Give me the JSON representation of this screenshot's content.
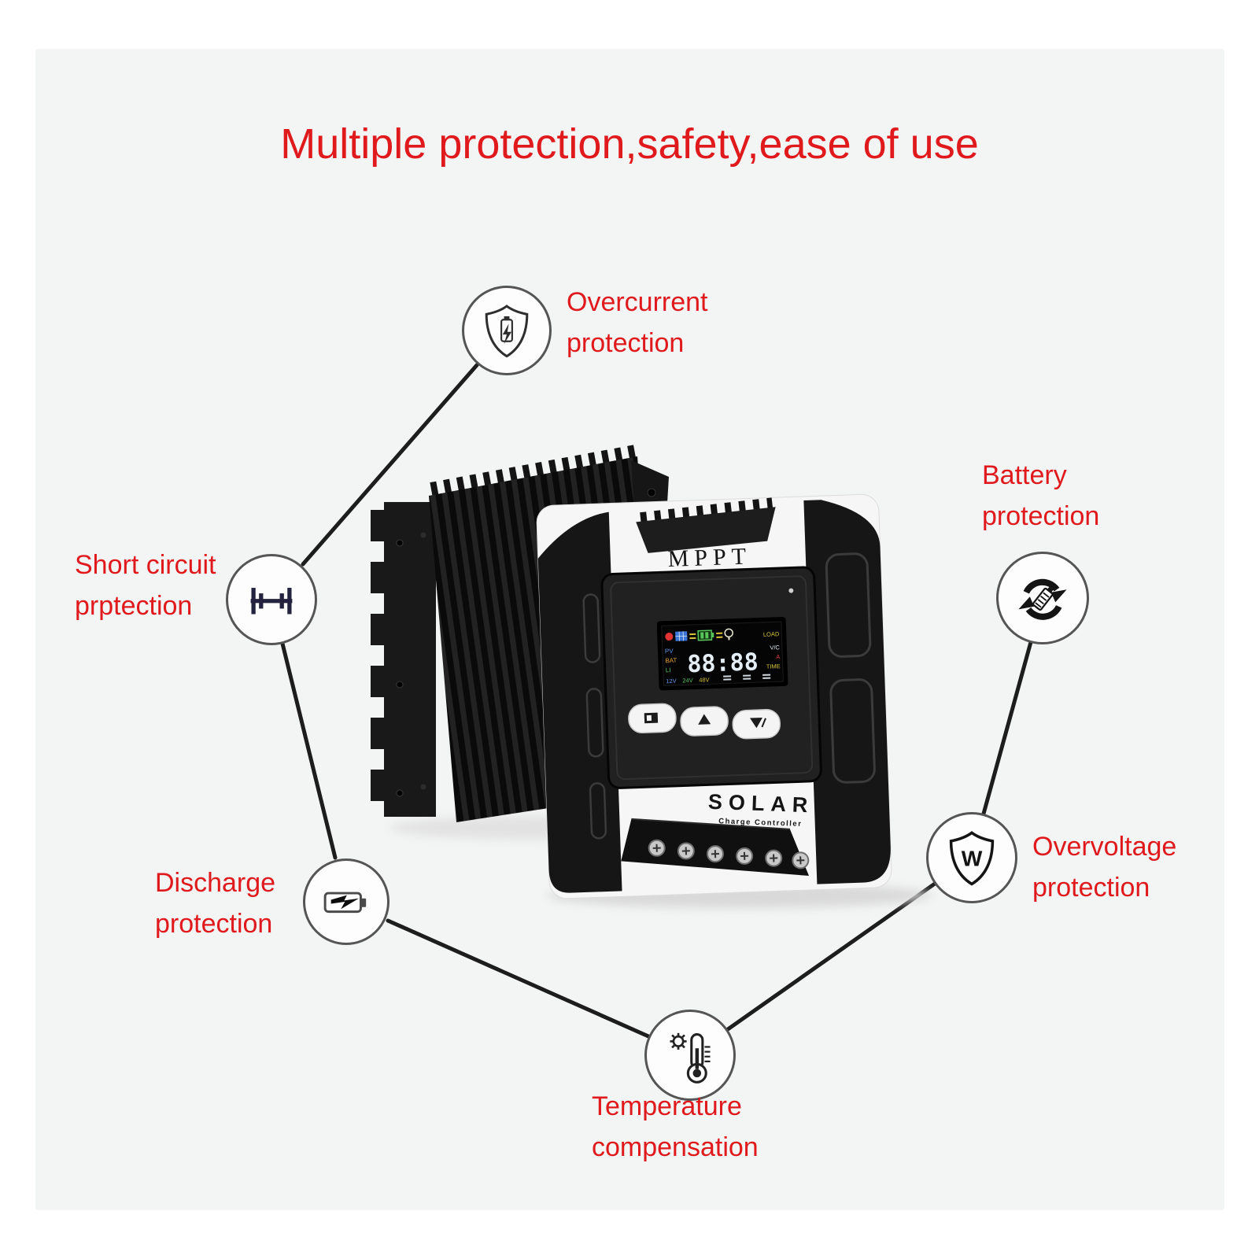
{
  "title": {
    "text": "Multiple protection,safety,ease of use"
  },
  "features": [
    {
      "name": "overcurrent-protection",
      "line1": "Overcurrent",
      "line2": "protection",
      "icon": "shield-lightning-battery-icon"
    },
    {
      "name": "short-circuit-protection",
      "line1": "Short circuit",
      "line2": "prptection",
      "icon": "short-circuit-symbol-icon"
    },
    {
      "name": "battery-protection",
      "line1": "Battery",
      "line2": "protection",
      "icon": "battery-recycle-arrows-icon"
    },
    {
      "name": "discharge-protection",
      "line1": "Discharge",
      "line2": "protection",
      "icon": "battery-lightning-icon"
    },
    {
      "name": "overvoltage-protection",
      "line1": "Overvoltage",
      "line2": "protection",
      "icon": "shield-w-icon",
      "icon_letter": "W"
    },
    {
      "name": "temperature-compensation",
      "line1": "Temperature",
      "line2": "compensation",
      "icon": "thermometer-sun-icon"
    }
  ],
  "product": {
    "top_label": "MPPT",
    "bottom_label": "SOLAR",
    "bottom_sublabel": "Charge Controller",
    "lcd": {
      "value": "88:88",
      "pv": "PV",
      "bat": "BAT",
      "li": "LI",
      "load": "LOAD",
      "vc": "V/C",
      "amp": "A",
      "time": "TIME",
      "volt_modes": [
        "12V",
        "24V",
        "48V"
      ]
    }
  },
  "colors": {
    "accent_red": "#e0191c",
    "connector_line": "#1d1d1d",
    "card_bg": "#f3f4f4",
    "lcd_blue": "#5b93e8",
    "lcd_green": "#57c45c",
    "lcd_yellow": "#d8c23a",
    "lcd_red": "#e04040"
  }
}
